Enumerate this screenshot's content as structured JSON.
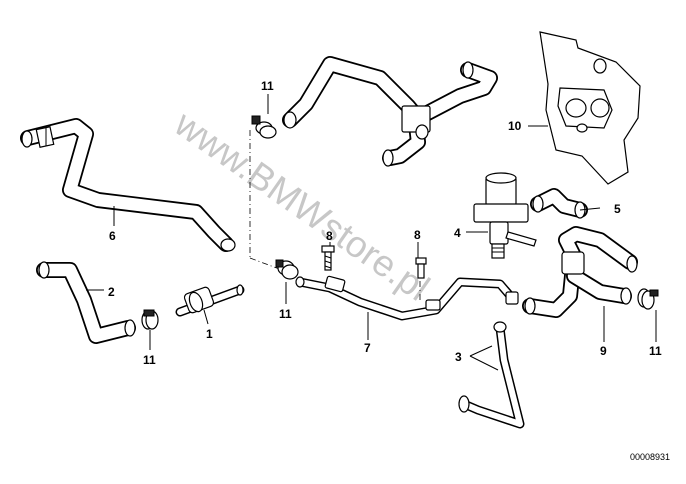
{
  "callouts": {
    "c1": "1",
    "c2": "2",
    "c3": "3",
    "c4": "4",
    "c5": "5",
    "c6": "6",
    "c7": "7",
    "c8a": "8",
    "c8b": "8",
    "c9": "9",
    "c10": "10",
    "c11a": "11",
    "c11b": "11",
    "c11c": "11",
    "c11d": "11"
  },
  "watermark": "www.BMWstore.pl",
  "drawing_number": "00008931"
}
